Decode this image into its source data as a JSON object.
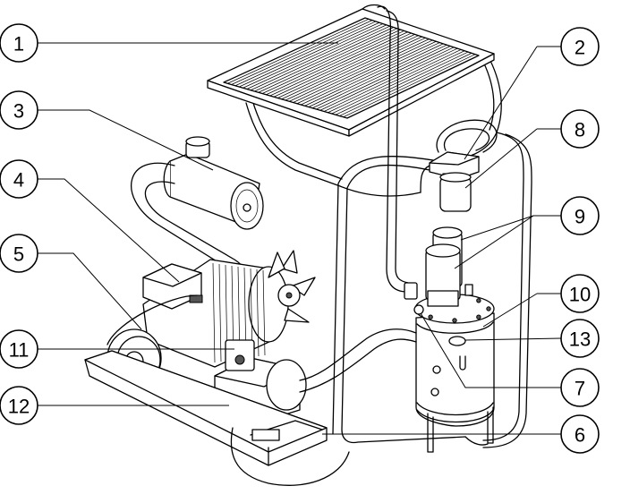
{
  "callouts": [
    {
      "label": "1"
    },
    {
      "label": "2"
    },
    {
      "label": "3"
    },
    {
      "label": "8"
    },
    {
      "label": "4"
    },
    {
      "label": "9"
    },
    {
      "label": "5"
    },
    {
      "label": "10"
    },
    {
      "label": "11"
    },
    {
      "label": "13"
    },
    {
      "label": "7"
    },
    {
      "label": "12"
    },
    {
      "label": "6"
    }
  ]
}
